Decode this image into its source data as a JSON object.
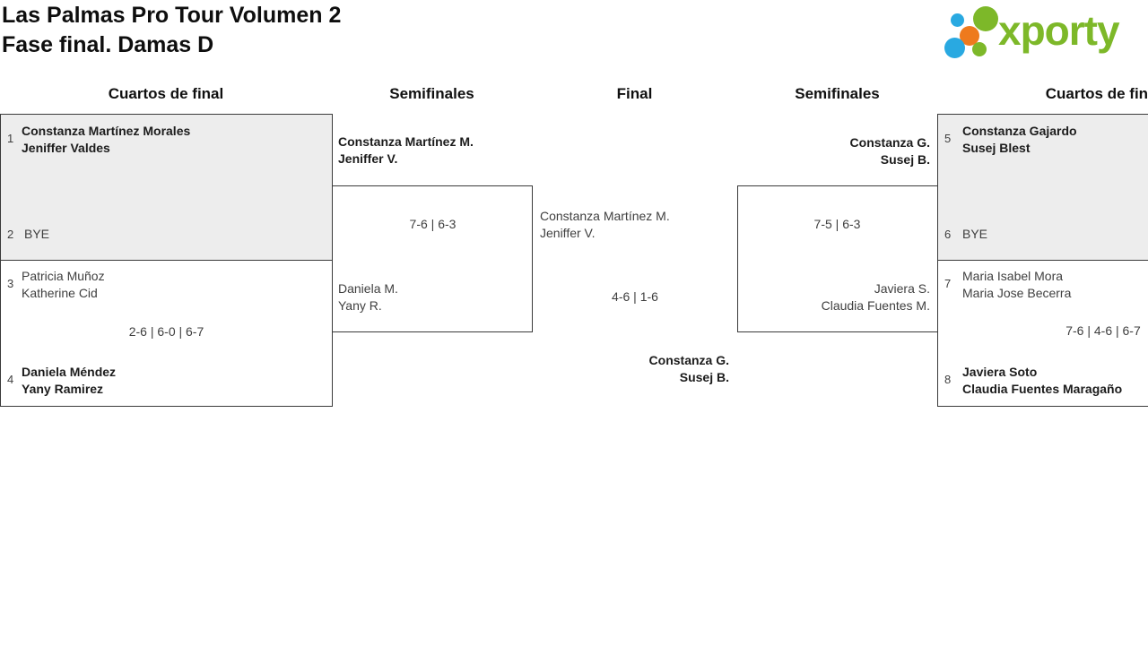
{
  "title": {
    "line1": "Las Palmas Pro Tour Volumen 2",
    "line2": "Fase final. Damas D"
  },
  "logo": {
    "text": "xporty",
    "green": "#7db829",
    "blue": "#29a9e1",
    "orange": "#ee7a1d"
  },
  "round_headers": {
    "qf_left": "Cuartos de final",
    "sf_left": "Semifinales",
    "final": "Final",
    "sf_right": "Semifinales",
    "qf_right": "Cuartos de final"
  },
  "colors": {
    "bye_match_bg": "#ededed",
    "box_border": "#3a3a3a",
    "text": "#3f3f3f",
    "winner_text": "#1c1c1c"
  },
  "matches": {
    "qf1": {
      "seed_a": "1",
      "team_a_1": "Constanza Martínez Morales",
      "team_a_2": "Jeniffer Valdes",
      "seed_b": "2",
      "team_b_1": "BYE"
    },
    "qf2": {
      "seed_a": "3",
      "team_a_1": "Patricia Muñoz",
      "team_a_2": "Katherine Cid",
      "score": "2-6 | 6-0 | 6-7",
      "seed_b": "4",
      "team_b_1": "Daniela Méndez",
      "team_b_2": "Yany Ramirez"
    },
    "sf1": {
      "team_a_1": "Constanza Martínez M.",
      "team_a_2": "Jeniffer V.",
      "score": "7-6 | 6-3",
      "team_b_1": "Daniela M.",
      "team_b_2": "Yany R."
    },
    "final": {
      "team_a_1": "Constanza Martínez M.",
      "team_a_2": "Jeniffer V.",
      "score": "4-6 | 1-6",
      "winner_1": "Constanza G.",
      "winner_2": "Susej B."
    },
    "sf2": {
      "team_a_1": "Constanza G.",
      "team_a_2": "Susej B.",
      "score": "7-5 | 6-3",
      "team_b_1": "Javiera S.",
      "team_b_2": "Claudia Fuentes M."
    },
    "qf3": {
      "seed_a": "5",
      "team_a_1": "Constanza Gajardo",
      "team_a_2": "Susej Blest",
      "seed_b": "6",
      "team_b_1": "BYE"
    },
    "qf4": {
      "seed_a": "7",
      "team_a_1": "Maria Isabel Mora",
      "team_a_2": "Maria Jose Becerra",
      "score": "7-6 | 4-6 | 6-7",
      "seed_b": "8",
      "team_b_1": "Javiera Soto",
      "team_b_2": "Claudia Fuentes Maragaño"
    }
  }
}
